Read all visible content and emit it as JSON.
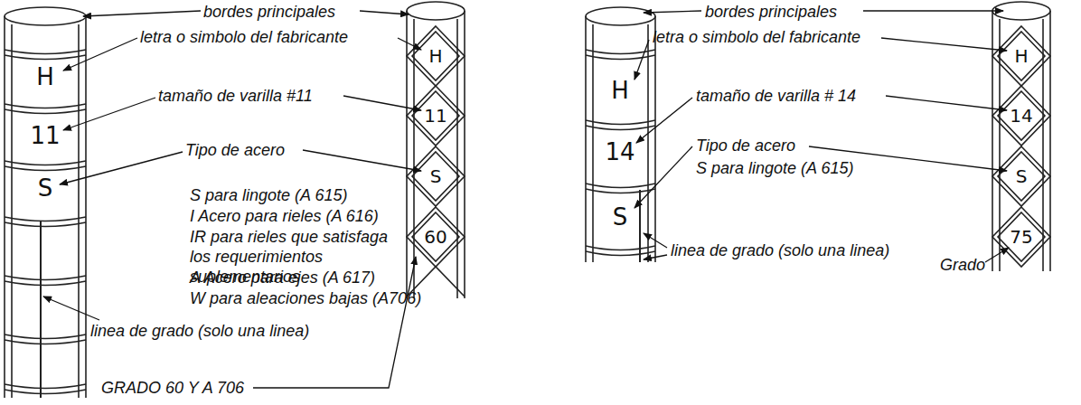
{
  "diagram": {
    "labels": [
      "bordes principales",
      "letra o simbolo del fabricante",
      "tamaño de varilla #11",
      "Tipo de acero",
      "S para lingote (A 615)",
      "I Acero para rieles (A 616)",
      "IR para rieles que satisfaga los requerimientos suplementarios",
      "A Acero para ejes (A 617)",
      "W para aleaciones bajas (A706)",
      "linea de grado (solo una linea)",
      "GRADO 60 Y A 706",
      "H",
      "11",
      "S",
      "H",
      "11",
      "S",
      "60",
      "bordes principales",
      "letra o simbolo del fabricante",
      "tamaño de varilla # 14",
      "Tipo de acero",
      "S para lingote (A 615)",
      "Grado",
      "linea de grado (solo una linea)",
      "H",
      "14",
      "S",
      "H",
      "14",
      "S",
      "75"
    ]
  }
}
